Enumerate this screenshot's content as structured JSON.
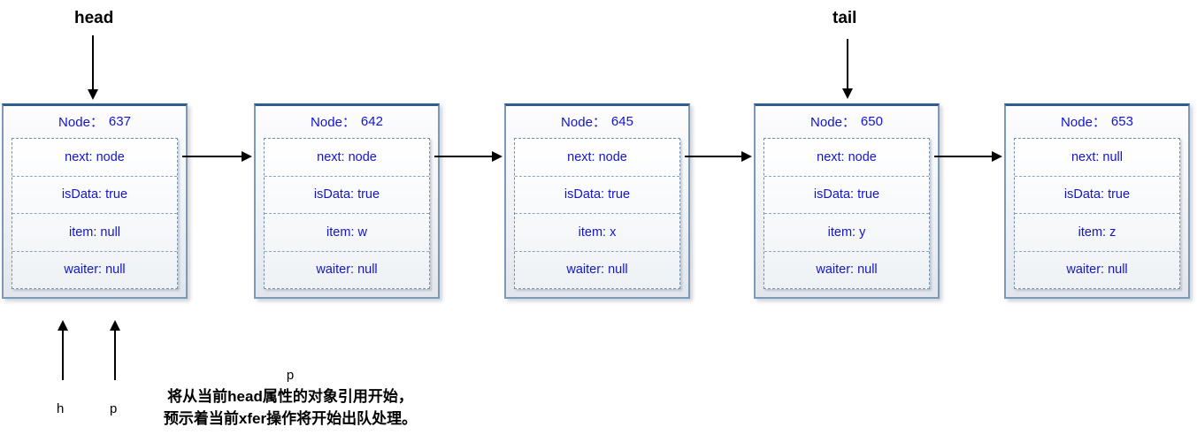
{
  "diagram": {
    "type": "linked-list-queue",
    "node_title_label": "Node：",
    "nodes": [
      {
        "id": "637",
        "fields": [
          "next: node",
          "isData: true",
          "item: null",
          "waiter: null"
        ]
      },
      {
        "id": "642",
        "fields": [
          "next: node",
          "isData: true",
          "item: w",
          "waiter: null"
        ]
      },
      {
        "id": "645",
        "fields": [
          "next: node",
          "isData: true",
          "item: x",
          "waiter: null"
        ]
      },
      {
        "id": "650",
        "fields": [
          "next: node",
          "isData: true",
          "item: y",
          "waiter: null"
        ]
      },
      {
        "id": "653",
        "fields": [
          "next: null",
          "isData: true",
          "item: z",
          "waiter: null"
        ]
      }
    ],
    "pointers": {
      "head": "head",
      "tail": "tail",
      "h": "h",
      "p": "p"
    },
    "annotation": {
      "pointer_label": "p",
      "line1": "将从当前head属性的对象引用开始，",
      "line2": "预示着当前xfer操作将开始出队处理。"
    },
    "colors": {
      "node_text": "#1414cc",
      "node_border_top": "#2e5d92",
      "node_border": "#7b99b8",
      "dashed_border": "#7492b1",
      "arrow": "#000000",
      "background": "#ffffff"
    }
  }
}
